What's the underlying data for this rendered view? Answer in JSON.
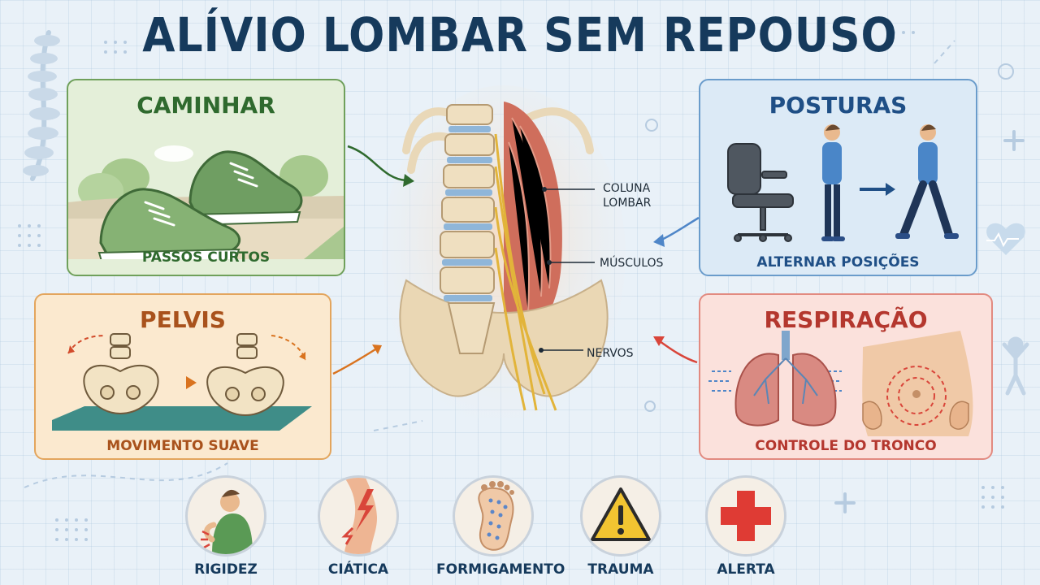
{
  "title": "ALÍVIO LOMBAR SEM REPOUSO",
  "panels": {
    "walk": {
      "title": "CAMINHAR",
      "caption": "PASSOS CURTOS"
    },
    "pelvis": {
      "title": "PELVIS",
      "caption": "MOVIMENTO SUAVE"
    },
    "postures": {
      "title": "POSTURAS",
      "caption": "ALTERNAR POSIÇÕES"
    },
    "breathing": {
      "title": "RESPIRAÇÃO",
      "caption": "CONTROLE DO TRONCO"
    }
  },
  "anatomy": {
    "labels": {
      "spine": "COLUNA\nLOMBAR",
      "muscles": "MÚSCULOS",
      "nerves": "NERVOS"
    }
  },
  "warnings": [
    {
      "label": "RIGIDEZ",
      "icon": "back-pain-icon"
    },
    {
      "label": "CIÁTICA",
      "icon": "leg-lightning-icon"
    },
    {
      "label": "FORMIGAMENTO",
      "icon": "tingling-foot-icon"
    },
    {
      "label": "TRAUMA",
      "icon": "warning-triangle-icon"
    },
    {
      "label": "ALERTA",
      "icon": "medical-cross-icon"
    }
  ],
  "colors": {
    "title": "#163a5c",
    "walk": "#2f6a2e",
    "pelvis": "#a9521c",
    "postures": "#1f4f86",
    "breathing": "#b4372e"
  }
}
